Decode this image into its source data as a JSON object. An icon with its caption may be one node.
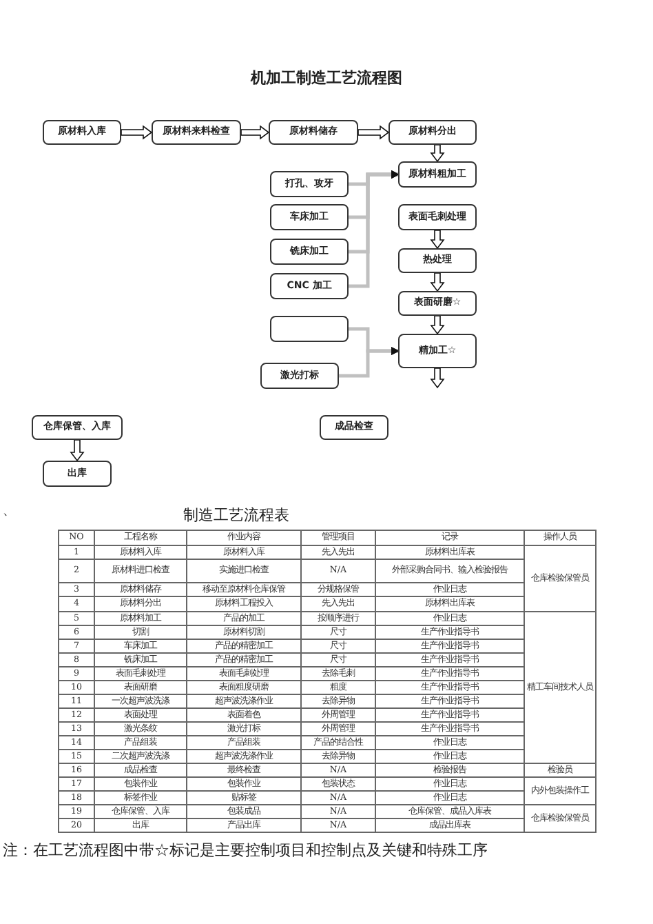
{
  "diagram": {
    "title": "机加工制造工艺流程图",
    "nodes": [
      {
        "text": [
          "原材料入库"
        ]
      },
      {
        "text": [
          "原材料来料检查"
        ]
      },
      {
        "text": [
          "原材料储存"
        ]
      },
      {
        "text": [
          "原材料分出"
        ]
      },
      {
        "text": [
          "原材料粗加工"
        ]
      },
      {
        "text": [
          "打孔、攻牙"
        ]
      },
      {
        "text": [
          "车床加工"
        ]
      },
      {
        "text": [
          "铣床加工"
        ]
      },
      {
        "text": [
          "CNC 加工"
        ]
      },
      {
        "text": [
          "表面毛刺处理"
        ]
      },
      {
        "text": [
          "热处理"
        ]
      },
      {
        "text": [
          "表面研磨☆"
        ]
      },
      {
        "text": [],
        "shape": "box"
      },
      {
        "text": [
          "精加工☆"
        ]
      },
      {
        "text": [
          "激光打标"
        ]
      },
      {
        "text": [
          "仓库保管、入库"
        ]
      },
      {
        "text": [
          "出库"
        ]
      },
      {
        "text": [
          "成品检查"
        ]
      }
    ],
    "edges": [
      {
        "from": 0,
        "to": 1,
        "arrow": "to"
      },
      {
        "from": 1,
        "to": 2,
        "arrow": "to"
      },
      {
        "from": 2,
        "to": 3,
        "arrow": "to"
      },
      {
        "from": 3,
        "to": 4,
        "arrow": "to"
      },
      {
        "from": 5,
        "to": 4,
        "arrow": "to",
        "color": "#c0c0c0"
      },
      {
        "from": 6,
        "to": 4,
        "arrow": "to",
        "color": "#c0c0c0"
      },
      {
        "from": 7,
        "to": 4,
        "arrow": "to",
        "color": "#c0c0c0"
      },
      {
        "from": 8,
        "to": 4,
        "arrow": "to",
        "color": "#c0c0c0"
      },
      {
        "from": 9,
        "to": 10,
        "arrow": "to"
      },
      {
        "from": 10,
        "to": 11,
        "arrow": "to"
      },
      {
        "from": 11,
        "to": 13,
        "arrow": "to"
      },
      {
        "from": 12,
        "to": 13,
        "arrow": "to",
        "color": "#c0c0c0"
      },
      {
        "from": 14,
        "to": 13,
        "arrow": "to",
        "color": "#c0c0c0"
      },
      {
        "from": 13,
        "to": null,
        "arrow": "to"
      },
      {
        "from": 15,
        "to": 16,
        "arrow": "to"
      }
    ],
    "labels": [
      "、",
      "制造工艺流程表",
      "NO",
      "工程名称",
      "作业内容",
      "管理项目",
      "记录",
      "操作人员",
      "1",
      "原材料入库",
      "原材料入库",
      "先入先出",
      "原材料出库表",
      "仓库检验保管员",
      "2",
      "原材料进口检查",
      "实施进口检查",
      "N/A",
      "外部采购合同书、输入检验报告",
      "3",
      "原材料储存",
      "移动至原材料仓库保管",
      "分规格保管",
      "作业日志",
      "4",
      "原材料分出",
      "原材料工程投入",
      "先入先出",
      "原材料出库表",
      "5",
      "原材料加工",
      "产品的加工",
      "按顺序进行",
      "作业日志",
      "精工车间技术人员",
      "6",
      "切割",
      "原材料切割",
      "尺寸",
      "生产作业指导书",
      "7",
      "车床加工",
      "产品的精密加工",
      "尺寸",
      "生产作业指导书",
      "8",
      "铣床加工",
      "产品的精密加工",
      "尺寸",
      "生产作业指导书",
      "9",
      "表面毛刺处理",
      "表面毛刺处理",
      "去除毛刺",
      "生产作业指导书",
      "10",
      "表面研磨",
      "表面粗度研磨",
      "粗度",
      "生产作业指导书",
      "11",
      "一次超声波洗涤",
      "超声波洗涤作业",
      "去除异物",
      "生产作业指导书",
      "12",
      "表面处理",
      "表面着色",
      "外周管理",
      "生产作业指导书",
      "13",
      "激光条纹",
      "激光打标",
      "外周管理",
      "生产作业指导书",
      "14",
      "产品组装",
      "产品组装",
      "产品的结合性",
      "作业日志",
      "15",
      "二次超声波洗涤",
      "超声波洗涤作业",
      "去除异物",
      "作业日志",
      "16",
      "成品检查",
      "最终检查",
      "N/A",
      "检验报告",
      "检验员",
      "17",
      "包装作业",
      "包装作业",
      "包装状态",
      "作业日志",
      "内外包装操作工",
      "18",
      "标签作业",
      "贴标签",
      "N/A",
      "作业日志",
      "19",
      "仓库保管、入库",
      "包装成品",
      "N/A",
      "仓库保管、成品入库表",
      "仓库检验保管员",
      "20",
      "出库",
      "产品出库",
      "N/A",
      "成品出库表",
      "注：在工艺流程图中带☆标记是主要控制项目和控制点及关键和特殊工序"
    ]
  }
}
